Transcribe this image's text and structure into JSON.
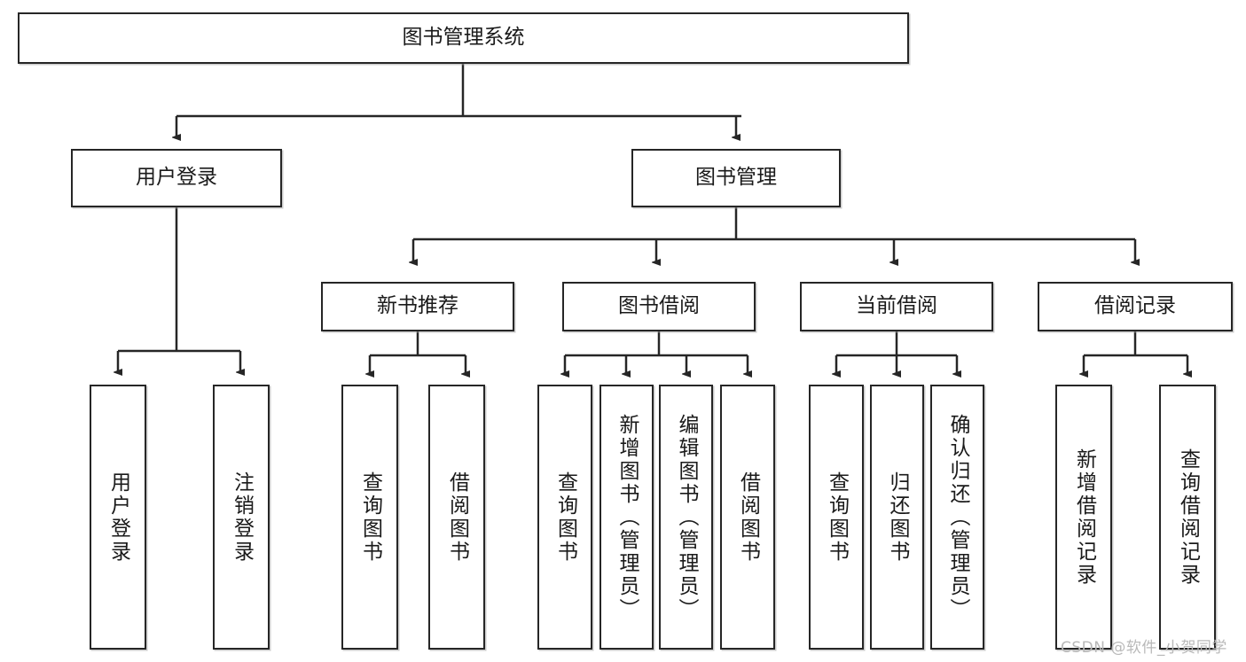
{
  "diagram": {
    "title": "图书管理系统",
    "watermark": "CSDN @软件_小贺同学",
    "colors": {
      "box_border": "#262626",
      "box_fill": "#ffffff",
      "edge": "#262626",
      "text": "#1a1a1a",
      "watermark": "#b9b9b9",
      "background": "#ffffff"
    },
    "nodes": {
      "root": {
        "label": "图书管理系统"
      },
      "level2": [
        {
          "id": "user-login",
          "label": "用户登录"
        },
        {
          "id": "book-management",
          "label": "图书管理"
        }
      ],
      "level3": [
        {
          "id": "new-book-recommend",
          "label": "新书推荐"
        },
        {
          "id": "book-borrow",
          "label": "图书借阅"
        },
        {
          "id": "current-borrow",
          "label": "当前借阅"
        },
        {
          "id": "borrow-record",
          "label": "借阅记录"
        }
      ],
      "leaves": [
        {
          "id": "leaf-user-login",
          "label": "用户登录"
        },
        {
          "id": "leaf-logout-login",
          "label": "注销登录"
        },
        {
          "id": "leaf-query-book-1",
          "label": "查询图书"
        },
        {
          "id": "leaf-borrow-book-1",
          "label": "借阅图书"
        },
        {
          "id": "leaf-query-book-2",
          "label": "查询图书"
        },
        {
          "id": "leaf-add-book",
          "label": "新增图书（管理员）"
        },
        {
          "id": "leaf-edit-book",
          "label": "编辑图书（管理员）"
        },
        {
          "id": "leaf-borrow-book-2",
          "label": "借阅图书"
        },
        {
          "id": "leaf-query-book-3",
          "label": "查询图书"
        },
        {
          "id": "leaf-return-book",
          "label": "归还图书"
        },
        {
          "id": "leaf-confirm-return",
          "label": "确认归还（管理员）"
        },
        {
          "id": "leaf-add-borrow-record",
          "label": "新增借阅记录"
        },
        {
          "id": "leaf-query-borrow-record",
          "label": "查询借阅记录"
        }
      ]
    }
  }
}
